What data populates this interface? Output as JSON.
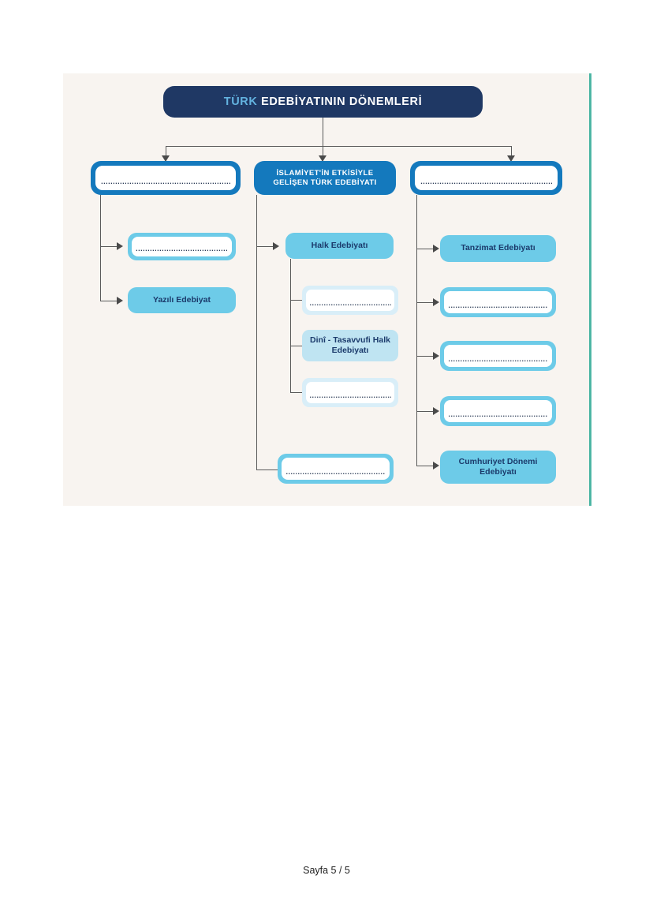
{
  "page": {
    "footer": "Sayfa 5 / 5",
    "panel_bg": "#f8f4f0",
    "accent_color": "#4db6a4",
    "blank_line": "........................................................"
  },
  "diagram": {
    "title": {
      "highlight": "TÜRK",
      "rest": "EDEBİYATININ DÖNEMLERİ",
      "bg": "#1f3864",
      "highlight_color": "#63b3e0"
    },
    "level1": [
      {
        "label": "",
        "blank": true
      },
      {
        "label": "İSLAMİYET'İN ETKİSİYLE GELİŞEN TÜRK EDEBİYATI",
        "blank": false
      },
      {
        "label": "",
        "blank": true
      }
    ],
    "branch_left": [
      {
        "label": "",
        "blank": true
      },
      {
        "label": "Yazılı Edebiyat",
        "blank": false
      }
    ],
    "branch_middle": [
      {
        "label": "Halk Edebiyatı",
        "blank": false
      },
      {
        "label": "",
        "blank": true
      }
    ],
    "branch_middle_sub": [
      {
        "label": "",
        "blank": true
      },
      {
        "label": "Dinî - Tasavvufi Halk Edebiyatı",
        "blank": false
      },
      {
        "label": "",
        "blank": true
      }
    ],
    "branch_right": [
      {
        "label": "Tanzimat Edebiyatı",
        "blank": false
      },
      {
        "label": "",
        "blank": true
      },
      {
        "label": "",
        "blank": true
      },
      {
        "label": "",
        "blank": true
      },
      {
        "label": "Cumhuriyet Dönemi Edebiyatı",
        "blank": false
      }
    ]
  }
}
